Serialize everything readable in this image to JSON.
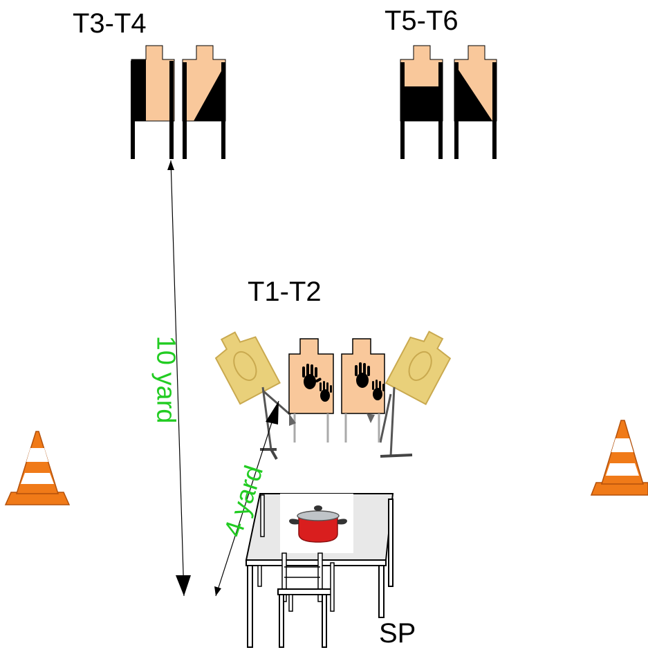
{
  "groups": {
    "t3_t4": "T3-T4",
    "t5_t6": "T5-T6",
    "t1_t2": "T1-T2"
  },
  "distances": {
    "ten": "10 yard",
    "four": "4 yard"
  },
  "start_position": "SP",
  "colors": {
    "skin": "#f9c89b",
    "black": "#000000",
    "distance_text": "#22cc22",
    "cone_orange": "#f07a18",
    "cardboard": "#e9d07a",
    "pot_red": "#d91e1e"
  },
  "icons": [
    "target-silhouette",
    "hand-print-icon",
    "traffic-cone-icon",
    "cooking-pot-icon",
    "table-icon",
    "chair-icon"
  ]
}
